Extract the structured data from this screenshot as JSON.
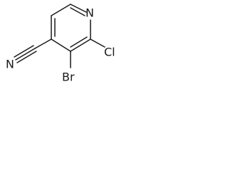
{
  "molecule": {
    "atoms": {
      "n_ring": "N",
      "cl": "Cl",
      "br": "Br",
      "n_nitrile": "N"
    }
  }
}
